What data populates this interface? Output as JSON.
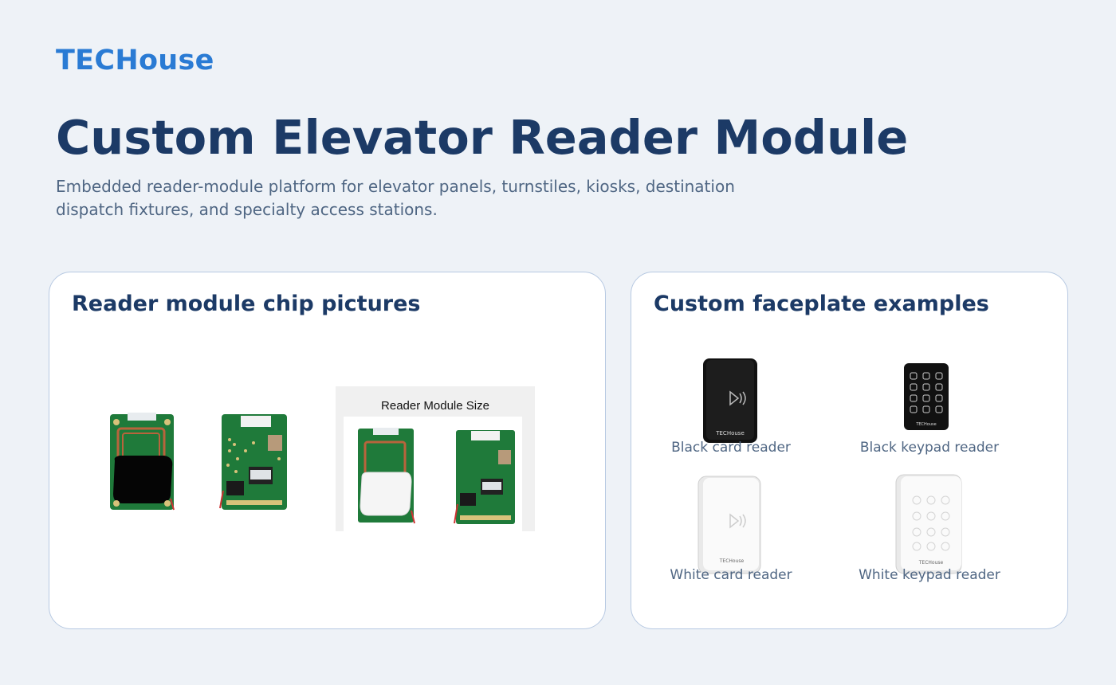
{
  "brand": "TECHouse",
  "hero": {
    "title": "Custom Elevator Reader Module",
    "subtitle": "Embedded reader-module platform for elevator panels, turnstiles, kiosks, destination dispatch fixtures, and specialty access stations."
  },
  "chips_card": {
    "title": "Reader module chip pictures",
    "size_panel_title": "Reader Module Size"
  },
  "faceplates_card": {
    "title": "Custom faceplate examples",
    "items": [
      {
        "caption": "Black card reader"
      },
      {
        "caption": "Black keypad reader"
      },
      {
        "caption": "White card reader"
      },
      {
        "caption": "White keypad reader"
      }
    ],
    "device_brand": "TECHouse"
  },
  "colors": {
    "brand": "#2a7bd4",
    "heading": "#1c3a66",
    "body_text": "#4f6683",
    "background": "#eef2f7",
    "pcb_green": "#1f7a3a"
  }
}
